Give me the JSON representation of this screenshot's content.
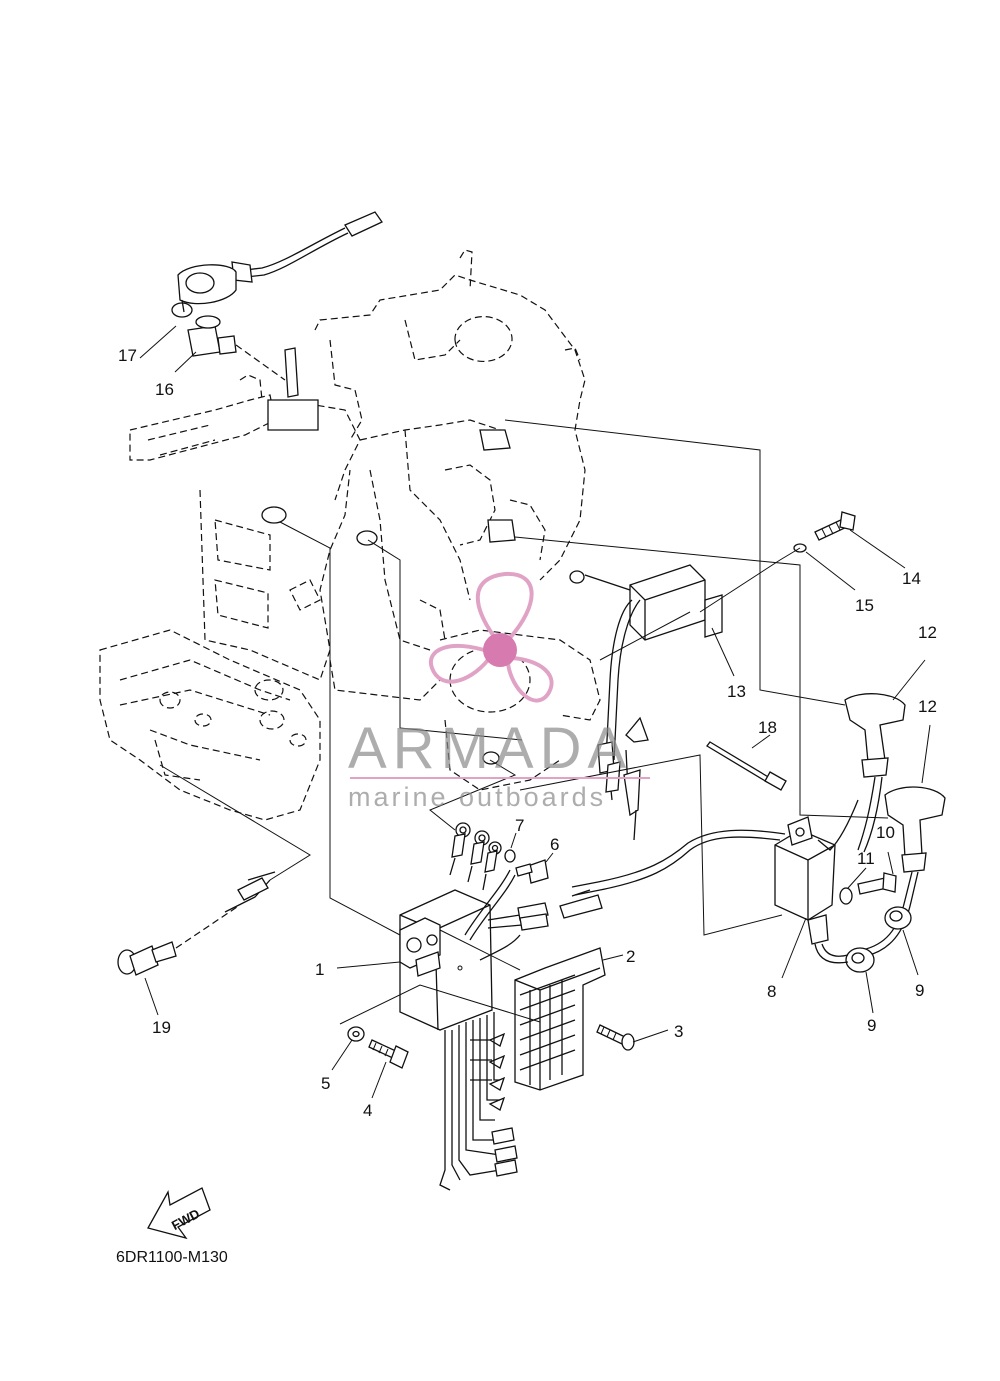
{
  "diagram": {
    "drawing_code": "6DR1100-M130",
    "fwd_label": "FWD",
    "callouts": [
      "1",
      "2",
      "3",
      "4",
      "5",
      "6",
      "7",
      "8",
      "9",
      "9",
      "10",
      "11",
      "12",
      "12",
      "13",
      "14",
      "15",
      "16",
      "17",
      "18",
      "19"
    ]
  },
  "watermark": {
    "brand": "ARMADA",
    "tagline": "marine outboards",
    "color_gray": "#8a8a8a",
    "color_pink": "#e0a3c6",
    "color_magenta": "#d67ab0"
  }
}
